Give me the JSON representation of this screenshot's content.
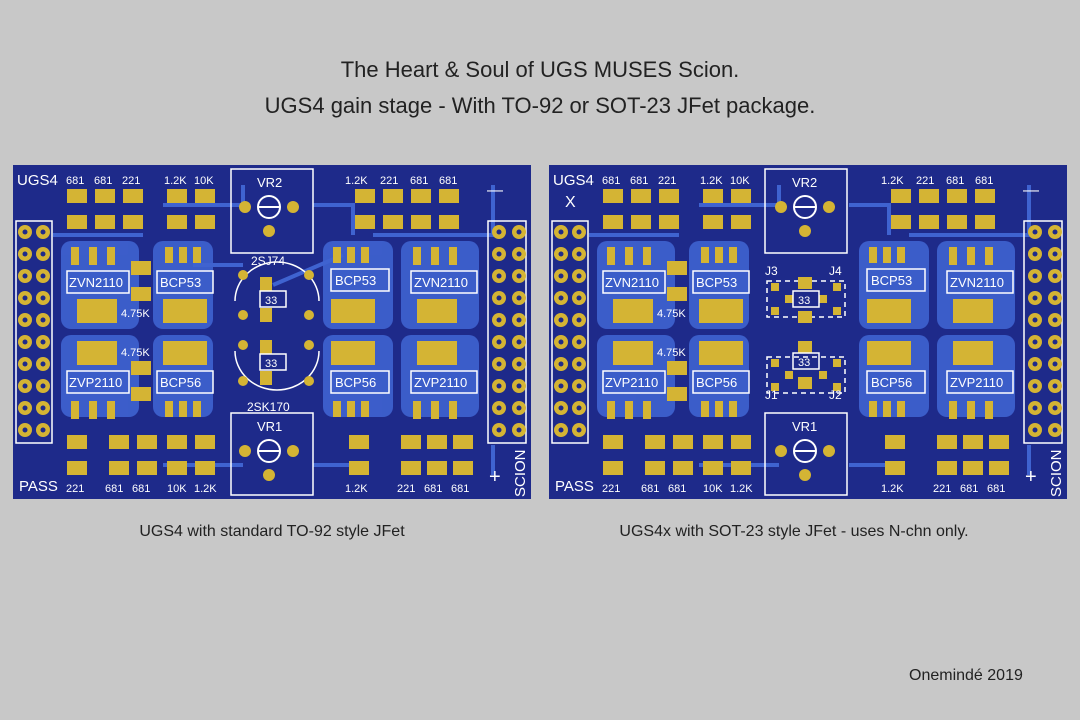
{
  "header": {
    "line1": "The Heart & Soul of UGS MUSES Scion.",
    "line2": "UGS4 gain stage - With TO-92 or SOT-23 JFet package."
  },
  "colors": {
    "board": "#1e2a8a",
    "pour": "#3f63d0",
    "pad": "#d4b434",
    "silk": "#ffffff",
    "background": "#c8c8c8"
  },
  "footer": {
    "credit": "Onemindé 2019"
  },
  "boards": [
    {
      "caption": "UGS4 with standard TO-92 style JFet",
      "labels": {
        "name": "UGS4",
        "pass": "PASS",
        "scion": "SCION",
        "minus": "—",
        "plus": "+",
        "vr_top": "VR2",
        "vr_bottom": "VR1",
        "top_left": [
          "681",
          "681",
          "221"
        ],
        "top_left2": [
          "1.2K",
          "10K"
        ],
        "top_right": [
          "1.2K",
          "221",
          "681",
          "681"
        ],
        "bottom_left": [
          "221",
          "681",
          "681"
        ],
        "bottom_left2": [
          "10K",
          "1.2K"
        ],
        "bottom_right": [
          "1.2K",
          "221",
          "681",
          "681"
        ],
        "zvn": "ZVN2110",
        "zvp": "ZVP2110",
        "bcp53": "BCP53",
        "bcp56": "BCP56",
        "r_upper": "4.75K",
        "r_lower": "4.75K",
        "jfet_top": "2SJ74",
        "jfet_bottom": "2SK170",
        "jval_top": "33",
        "jval_bottom": "33"
      }
    },
    {
      "caption": "UGS4x with SOT-23 style JFet - uses N-chn only.",
      "labels": {
        "name": "UGS4",
        "name2": "X",
        "pass": "PASS",
        "scion": "SCION",
        "minus": "—",
        "plus": "+",
        "vr_top": "VR2",
        "vr_bottom": "VR1",
        "top_left": [
          "681",
          "681",
          "221"
        ],
        "top_left2": [
          "1.2K",
          "10K"
        ],
        "top_right": [
          "1.2K",
          "221",
          "681",
          "681"
        ],
        "bottom_left": [
          "221",
          "681",
          "681"
        ],
        "bottom_left2": [
          "10K",
          "1.2K"
        ],
        "bottom_right": [
          "1.2K",
          "221",
          "681",
          "681"
        ],
        "zvn": "ZVN2110",
        "zvp": "ZVP2110",
        "bcp53": "BCP53",
        "bcp56": "BCP56",
        "r_upper": "4.75K",
        "r_lower": "4.75K",
        "j3": "J3",
        "j4": "J4",
        "j1": "J1",
        "j2": "J2",
        "jval_top": "33",
        "jval_bottom": "33"
      }
    }
  ]
}
